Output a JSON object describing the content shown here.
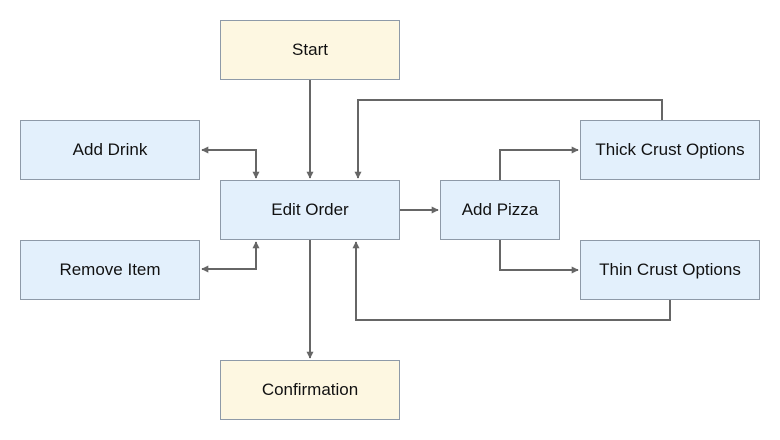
{
  "colors": {
    "terminal_fill": "#fdf7e1",
    "process_fill": "#e3f0fc",
    "border": "#8e9aa8",
    "edge": "#666666"
  },
  "nodes": {
    "start": "Start",
    "add_drink": "Add Drink",
    "edit_order": "Edit Order",
    "add_pizza": "Add Pizza",
    "thick_crust": "Thick Crust Options",
    "thin_crust": "Thin Crust Options",
    "remove_item": "Remove Item",
    "confirmation": "Confirmation"
  },
  "edges": [
    {
      "from": "start",
      "to": "edit_order"
    },
    {
      "from": "edit_order",
      "to": "add_drink",
      "bidirectional": true
    },
    {
      "from": "edit_order",
      "to": "remove_item",
      "bidirectional": true
    },
    {
      "from": "edit_order",
      "to": "add_pizza"
    },
    {
      "from": "add_pizza",
      "to": "thick_crust"
    },
    {
      "from": "add_pizza",
      "to": "thin_crust"
    },
    {
      "from": "thick_crust",
      "to": "edit_order"
    },
    {
      "from": "thin_crust",
      "to": "edit_order"
    },
    {
      "from": "edit_order",
      "to": "confirmation"
    }
  ]
}
